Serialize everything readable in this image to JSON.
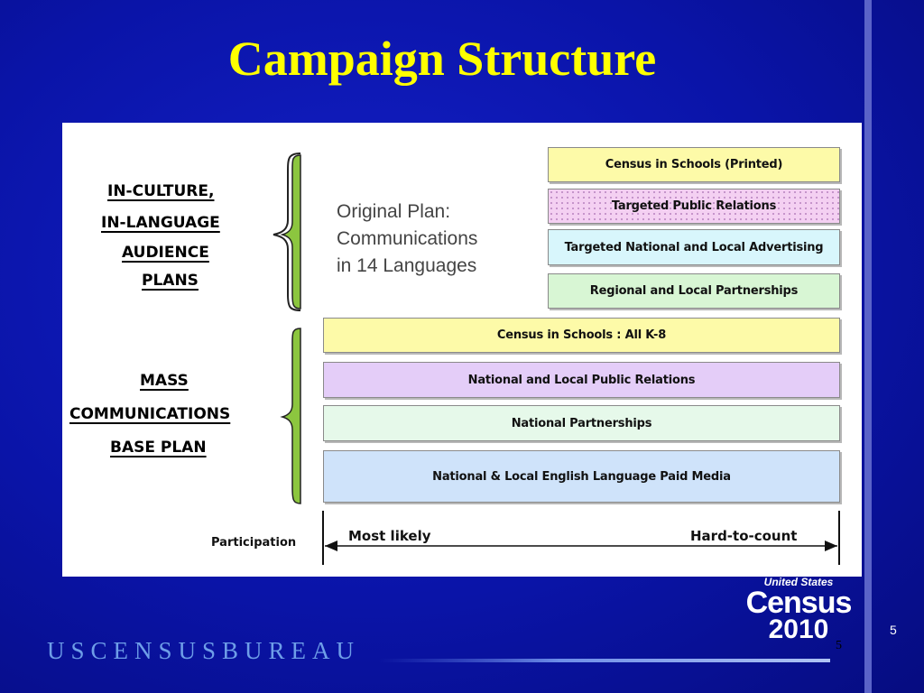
{
  "slide": {
    "title": "Campaign Structure",
    "footer": "USCENSUSBUREAU",
    "page_number": "5",
    "page_number_secondary": "5",
    "logo": {
      "line1": "United States",
      "line2": "Census",
      "line3": "2010"
    }
  },
  "diagram": {
    "groups": [
      {
        "lines": [
          "IN-CULTURE,",
          "IN-LANGUAGE",
          "AUDIENCE",
          "PLANS"
        ]
      },
      {
        "lines": [
          "MASS",
          "COMMUNICATIONS",
          "BASE PLAN"
        ]
      }
    ],
    "original_plan": [
      "Original Plan:",
      "Communications",
      "in 14 Languages"
    ],
    "boxes": [
      {
        "label": "Census in Schools (Printed)",
        "color": "#fdfaa8"
      },
      {
        "label": "Targeted Public Relations",
        "color": "#f4d0f2"
      },
      {
        "label": "Targeted National and Local Advertising",
        "color": "#d8f6fc"
      },
      {
        "label": "Regional and Local Partnerships",
        "color": "#d8f6d4"
      },
      {
        "label": "Census in Schools : All K-8",
        "color": "#fdfaa8"
      },
      {
        "label": "National and Local Public Relations",
        "color": "#e4cdf8"
      },
      {
        "label": "National Partnerships",
        "color": "#e6f9ea"
      },
      {
        "label": "National & Local English Language Paid Media",
        "color": "#cfe3fa"
      }
    ],
    "participation": {
      "label": "Participation",
      "left": "Most likely",
      "right": "Hard-to-count"
    },
    "brace_color": "#8cc63f"
  }
}
